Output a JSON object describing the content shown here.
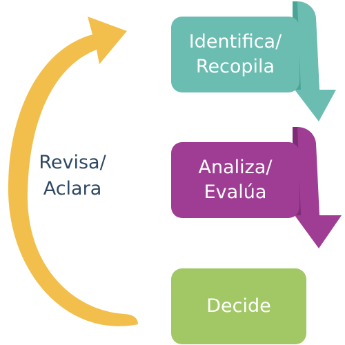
{
  "steps": [
    {
      "line1": "Identifica/",
      "line2": "Recopila",
      "color": "#6bbcb1",
      "shade": "#4aa597"
    },
    {
      "line1": "Analiza/",
      "line2": "Evalúa",
      "color": "#9e3d93",
      "shade": "#7e2c75"
    },
    {
      "line1": "Decide",
      "color": "#a2c866"
    }
  ],
  "cycle": {
    "line1": "Revisa/",
    "line2": "Aclara",
    "color": "#f2bf4c",
    "text_color": "#2e4763"
  }
}
